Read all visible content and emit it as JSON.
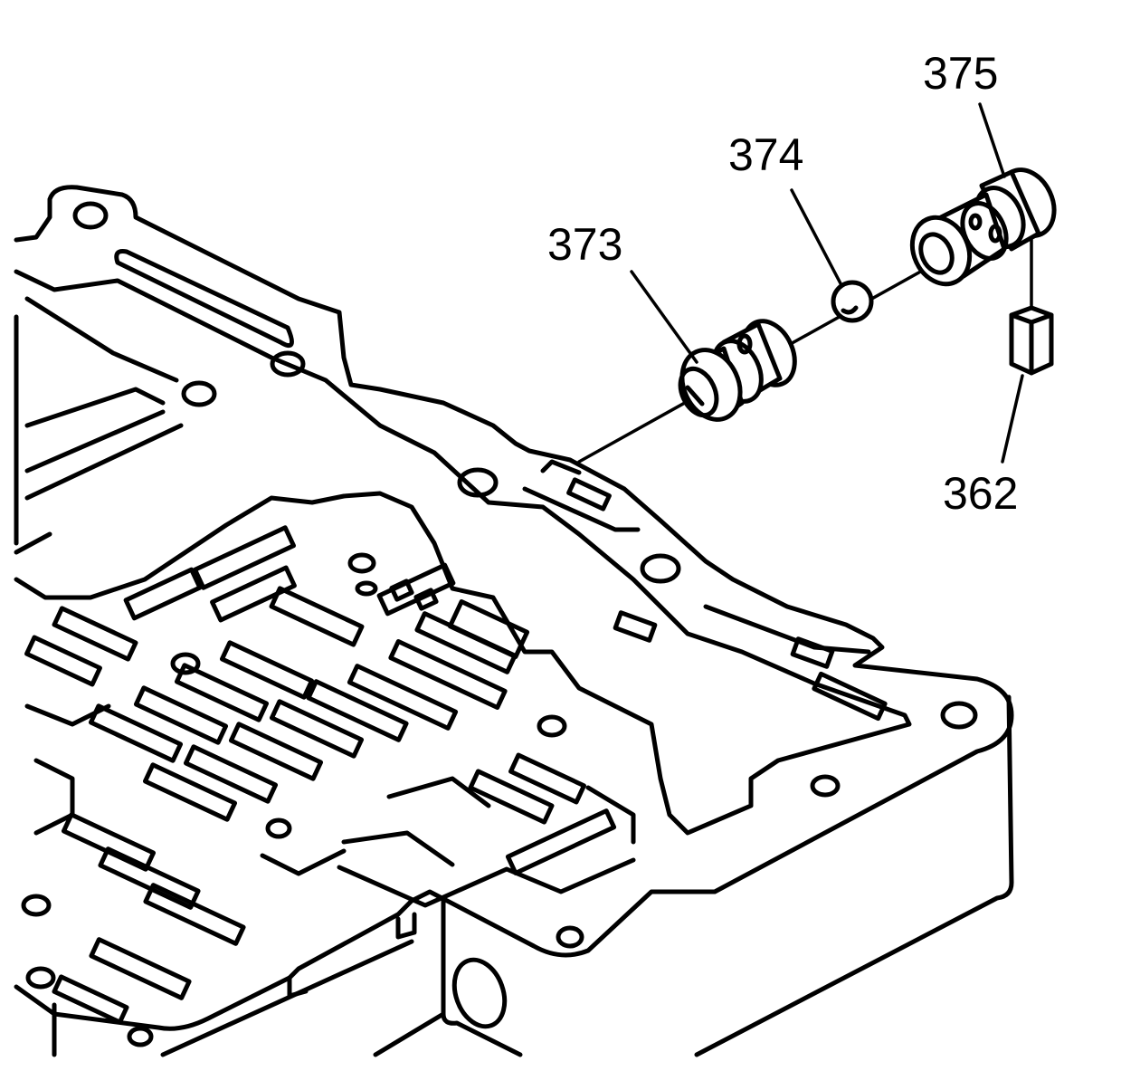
{
  "callouts": {
    "c373": "373",
    "c374": "374",
    "c375": "375",
    "c362": "362"
  },
  "parts": {
    "p373": "valve-373",
    "p374": "check-ball-374",
    "p375": "valve-375",
    "p362": "retainer-362"
  },
  "colors": {
    "line": "#000000",
    "background": "#ffffff"
  }
}
